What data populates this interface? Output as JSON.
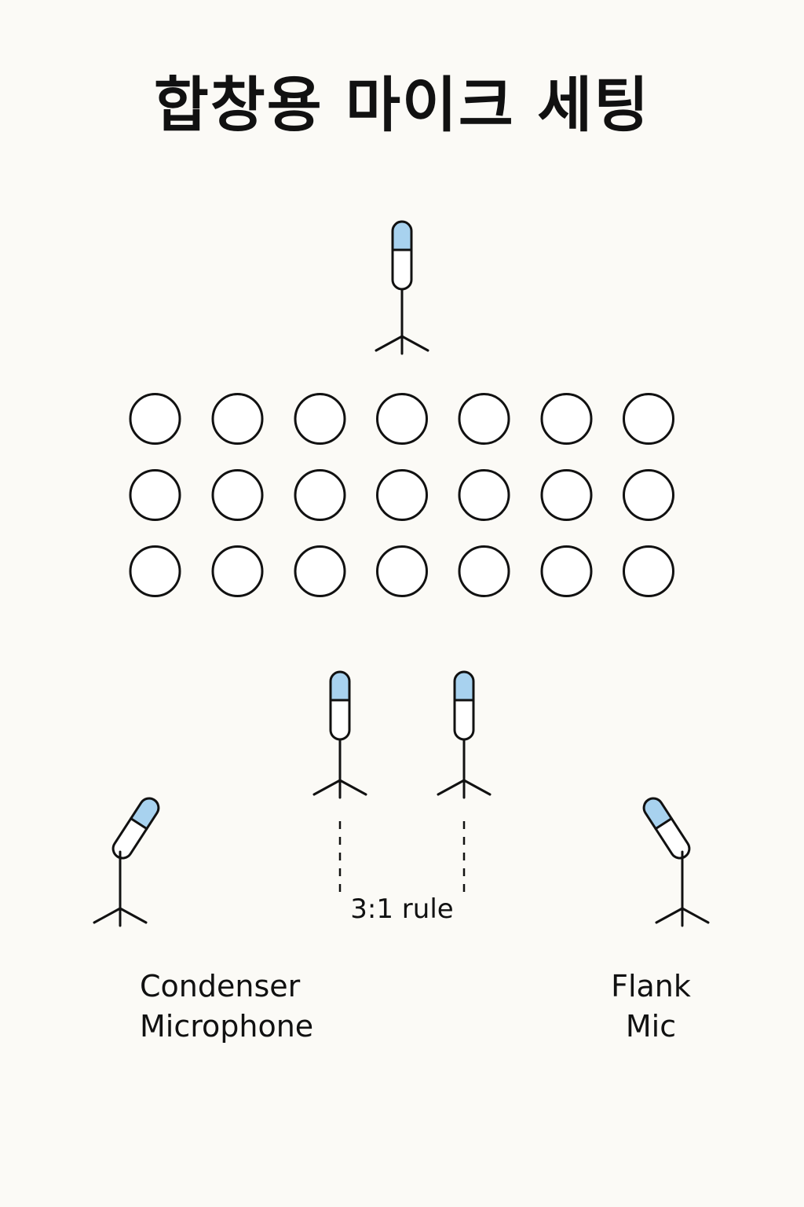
{
  "title": "합창용 마이크 세팅",
  "colors": {
    "background": "#fbfaf6",
    "ink": "#111111",
    "mic_capsule": "#a8d2ef",
    "singer_fill": "#ffffff"
  },
  "icons": {
    "microphone": "microphone-stand-icon",
    "singer": "singer-circle-icon"
  },
  "singers": {
    "rows": 3,
    "per_row": 7
  },
  "labels": {
    "rule": "3:1 rule",
    "condenser_line1": "Condenser",
    "condenser_line2": "Microphone",
    "flank_line1": "Flank",
    "flank_line2": "Mic"
  }
}
